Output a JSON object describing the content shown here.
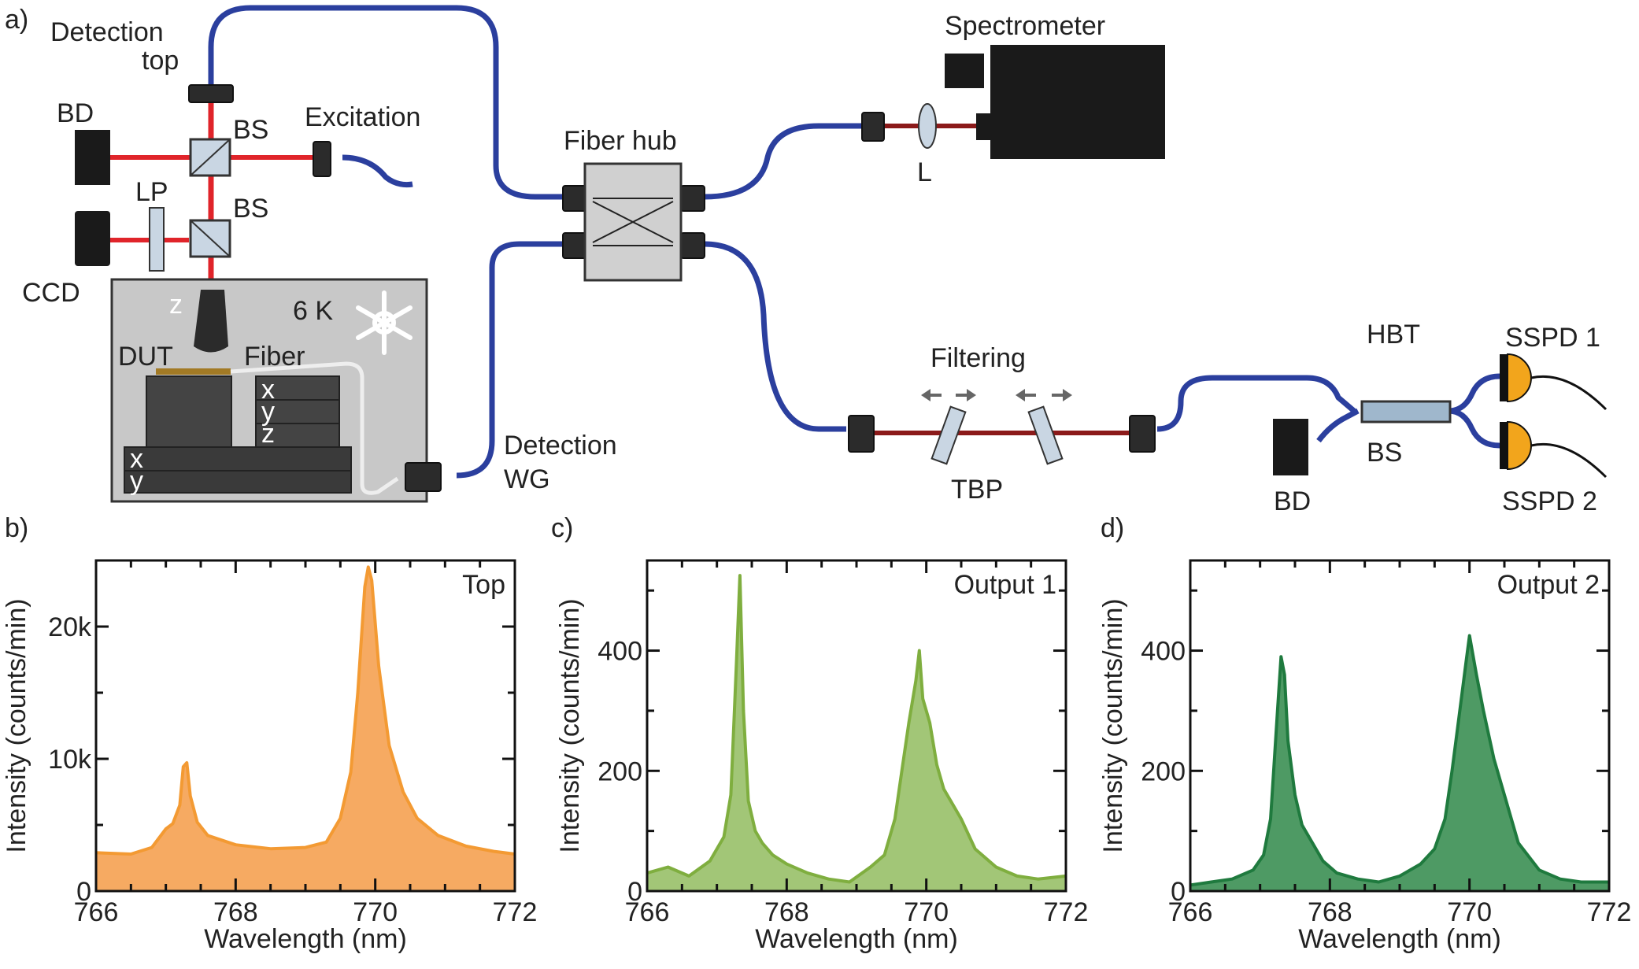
{
  "panel_labels": [
    "a)",
    "b)",
    "c)",
    "d)"
  ],
  "setup": {
    "labels": {
      "detection_top": [
        "Detection",
        "top"
      ],
      "bd_left": "BD",
      "bs_upper": "BS",
      "bs_lower": "BS",
      "excitation": "Excitation",
      "lp": "LP",
      "ccd": "CCD",
      "cryostat_z": "z",
      "temperature": "6 K",
      "dut": "DUT",
      "fiber": "Fiber",
      "stage_x": "x",
      "stage_y": "y",
      "stage_z": "z",
      "base_x": "x",
      "base_y": "y",
      "detection_wg": [
        "Detection",
        "WG"
      ],
      "fiber_hub": "Fiber hub",
      "spectrometer": "Spectrometer",
      "lens": "L",
      "filtering": "Filtering",
      "tbp": "TBP",
      "hbt": "HBT",
      "bs_hbt": "BS",
      "bd_right": "BD",
      "sspd1": "SSPD 1",
      "sspd2": "SSPD 2"
    },
    "colors": {
      "fiber": "#2b3f9e",
      "free_space_red": "#e0242a",
      "free_space_dark": "#8b1a1a",
      "cryostat": "#c8c8c8",
      "optic": "#c9d6e3",
      "detector": "#f2a51c"
    }
  },
  "chart_data": [
    {
      "panel": "b)",
      "type": "area",
      "annotation": "Top",
      "xlabel": "Wavelength (nm)",
      "ylabel": "Intensity (counts/min)",
      "xlim": [
        766,
        772
      ],
      "ylim": [
        0,
        25000
      ],
      "xticks": [
        766,
        768,
        770,
        772
      ],
      "yticks": [
        0,
        10000,
        20000
      ],
      "yticklabels": [
        "0",
        "10k",
        "20k"
      ],
      "color": "#f39a33",
      "fill": "#f6aa62",
      "x": [
        766.0,
        766.5,
        766.8,
        767.0,
        767.1,
        767.2,
        767.25,
        767.3,
        767.35,
        767.45,
        767.6,
        768.0,
        768.5,
        769.0,
        769.3,
        769.5,
        769.65,
        769.75,
        769.85,
        769.9,
        769.95,
        770.05,
        770.2,
        770.4,
        770.6,
        770.9,
        771.3,
        771.7,
        772.0
      ],
      "y": [
        2900,
        2800,
        3300,
        4700,
        5100,
        6500,
        9400,
        9700,
        7200,
        5200,
        4200,
        3500,
        3200,
        3300,
        3700,
        5500,
        9000,
        15000,
        23000,
        24500,
        23500,
        17000,
        11000,
        7500,
        5500,
        4200,
        3400,
        3000,
        2800
      ]
    },
    {
      "panel": "c)",
      "type": "area",
      "annotation": "Output 1",
      "xlabel": "Wavelength (nm)",
      "ylabel": "Intensity (counts/min)",
      "xlim": [
        766,
        772
      ],
      "ylim": [
        0,
        550
      ],
      "xticks": [
        766,
        768,
        770,
        772
      ],
      "yticks": [
        0,
        200,
        400
      ],
      "yticklabels": [
        "0",
        "200",
        "400"
      ],
      "color": "#7fae3f",
      "fill": "#a2c677",
      "x": [
        766.0,
        766.3,
        766.6,
        766.9,
        767.1,
        767.2,
        767.28,
        767.33,
        767.38,
        767.45,
        767.55,
        767.65,
        767.8,
        768.0,
        768.3,
        768.6,
        768.9,
        769.2,
        769.4,
        769.55,
        769.65,
        769.75,
        769.85,
        769.9,
        769.95,
        770.05,
        770.15,
        770.25,
        770.35,
        770.5,
        770.7,
        771.0,
        771.3,
        771.6,
        772.0
      ],
      "y": [
        30,
        40,
        25,
        50,
        90,
        160,
        380,
        525,
        300,
        150,
        100,
        80,
        60,
        45,
        30,
        20,
        15,
        40,
        60,
        120,
        200,
        280,
        350,
        400,
        320,
        280,
        210,
        170,
        150,
        120,
        70,
        40,
        25,
        20,
        25
      ]
    },
    {
      "panel": "d)",
      "type": "area",
      "annotation": "Output 2",
      "xlabel": "Wavelength (nm)",
      "ylabel": "Intensity (counts/min)",
      "xlim": [
        766,
        772
      ],
      "ylim": [
        0,
        550
      ],
      "xticks": [
        766,
        768,
        770,
        772
      ],
      "yticks": [
        0,
        200,
        400
      ],
      "yticklabels": [
        "0",
        "200",
        "400"
      ],
      "color": "#1f7a3e",
      "fill": "#4e9a64",
      "x": [
        766.0,
        766.3,
        766.6,
        766.9,
        767.05,
        767.15,
        767.25,
        767.3,
        767.35,
        767.4,
        767.5,
        767.6,
        767.75,
        767.9,
        768.1,
        768.4,
        768.7,
        769.0,
        769.3,
        769.5,
        769.65,
        769.75,
        769.85,
        769.95,
        770.0,
        770.1,
        770.2,
        770.35,
        770.5,
        770.7,
        771.0,
        771.3,
        771.6,
        772.0
      ],
      "y": [
        10,
        15,
        20,
        35,
        60,
        120,
        300,
        390,
        360,
        250,
        160,
        110,
        80,
        50,
        30,
        20,
        15,
        25,
        45,
        70,
        120,
        200,
        290,
        380,
        425,
        360,
        300,
        220,
        160,
        80,
        35,
        20,
        15,
        15
      ]
    }
  ]
}
